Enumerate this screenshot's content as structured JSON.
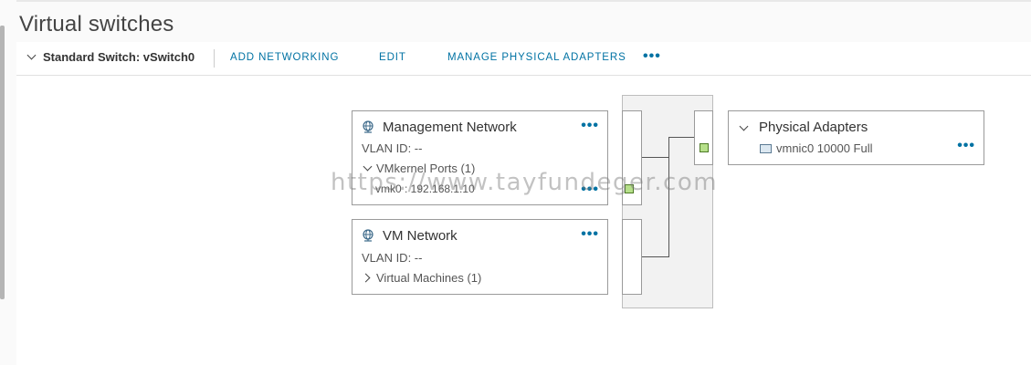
{
  "page": {
    "title": "Virtual switches"
  },
  "toolbar": {
    "switch_label": "Standard Switch: vSwitch0",
    "add_networking": "ADD NETWORKING",
    "edit": "EDIT",
    "manage_adapters": "MANAGE PHYSICAL ADAPTERS",
    "more": "•••"
  },
  "port_groups": [
    {
      "name": "Management Network",
      "vlan": "VLAN ID: --",
      "section_label": "VMkernel Ports (1)",
      "item": "vmk0 : 192.168.1.10",
      "more": "•••",
      "item_more": "•••"
    },
    {
      "name": "VM Network",
      "vlan": "VLAN ID: --",
      "section_label": "Virtual Machines (1)",
      "more": "•••"
    }
  ],
  "physical_adapters": {
    "title": "Physical Adapters",
    "items": [
      {
        "name": "vmnic0 10000 Full"
      }
    ],
    "more": "•••"
  },
  "watermark": "https://www.tayfundeger.com",
  "colors": {
    "link": "#0072a3",
    "port_active": "#b6e08a",
    "switch_body": "#f2f2f2"
  }
}
